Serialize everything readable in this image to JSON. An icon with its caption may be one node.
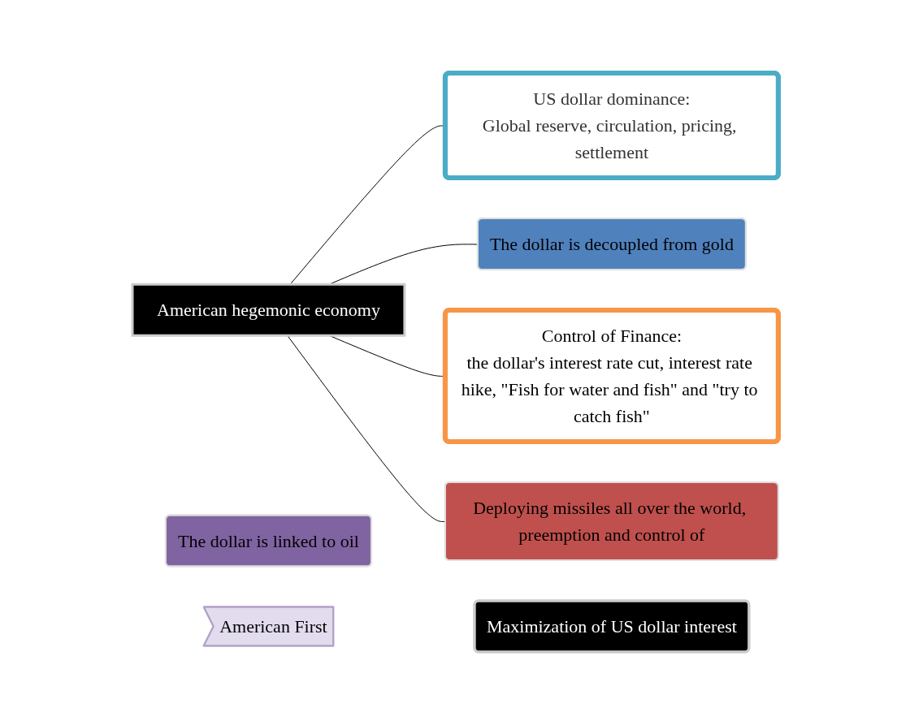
{
  "diagram": {
    "nodes": [
      {
        "text": [
          "American hegemonic economy"
        ]
      },
      {
        "text": [
          "US dollar dominance:",
          "Global reserve, circulation, pricing, settlement"
        ]
      },
      {
        "text": [
          "The dollar is decoupled from gold"
        ]
      },
      {
        "text": [
          "The dollar is linked to oil"
        ]
      },
      {
        "text": [
          "Control of Finance:",
          "the dollar's interest rate cut, interest rate hike, \"Fish for water and fish\" and \"try to catch fish\""
        ]
      },
      {
        "text": [
          "Deploying missiles all over the world, preemption and control of"
        ]
      },
      {
        "text": [
          "American First"
        ]
      },
      {
        "text": [
          "Maximization of US dollar interest"
        ]
      }
    ],
    "edges": [
      {
        "from": 0,
        "to": 1,
        "arrow": "none"
      },
      {
        "from": 0,
        "to": 2,
        "arrow": "none"
      },
      {
        "from": 0,
        "to": 4,
        "arrow": "none"
      },
      {
        "from": 0,
        "to": 5,
        "arrow": "none"
      }
    ]
  }
}
